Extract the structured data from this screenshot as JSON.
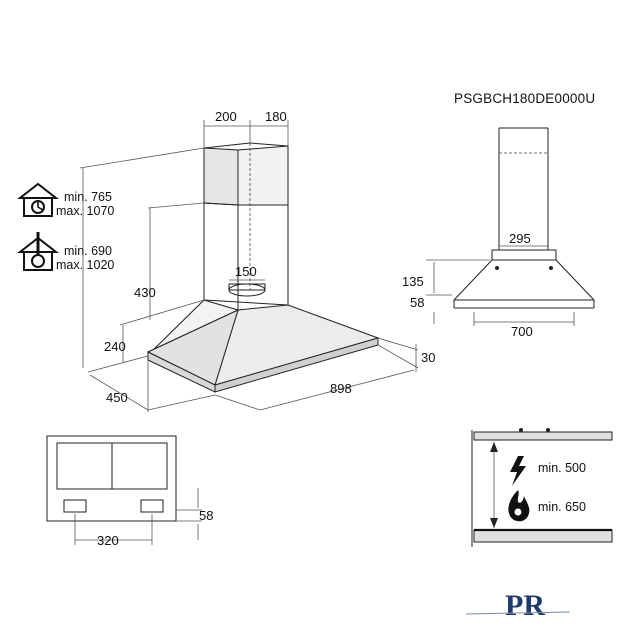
{
  "model_code": "PSGBCH180DE0000U",
  "main_view": {
    "width_top": "200",
    "depth_top": "180",
    "chimney_min_1": "min. 765",
    "chimney_max_1": "max. 1070",
    "chimney_min_2": "min. 690",
    "chimney_max_2": "max. 1020",
    "outlet_diameter": "150",
    "height_430": "430",
    "height_240": "240",
    "hood_thickness": "30",
    "hood_depth": "450",
    "hood_width": "898"
  },
  "side_view": {
    "top_width": "295",
    "height_135": "135",
    "height_58": "58",
    "bottom_width": "700"
  },
  "top_view": {
    "filter_spacing": "320",
    "offset_58": "58"
  },
  "installation": {
    "electric_min": "min. 500",
    "gas_min": "min. 650"
  },
  "brand_mark": "PR",
  "icons": {
    "house_recirculation": "house-fan-icon",
    "house_extraction": "house-duct-icon",
    "electric": "lightning-icon",
    "gas": "flame-icon"
  }
}
